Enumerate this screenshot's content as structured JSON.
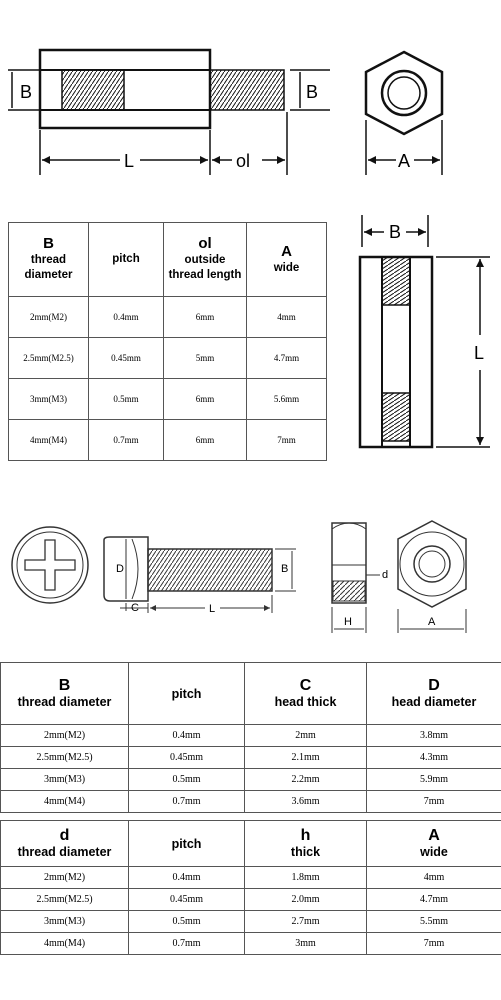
{
  "diagram1": {
    "label_B_left": "B",
    "label_B_right": "B",
    "label_L": "L",
    "label_ol": "ol",
    "label_A": "A"
  },
  "table1": {
    "headers": [
      {
        "big": "B",
        "line2": "thread",
        "line3": "diameter"
      },
      {
        "big": "",
        "line2": "pitch",
        "line3": ""
      },
      {
        "big": "ol",
        "line2": "outside",
        "line3": "thread length"
      },
      {
        "big": "A",
        "line2": "wide",
        "line3": ""
      }
    ],
    "rows": [
      [
        "2mm(M2)",
        "0.4mm",
        "6mm",
        "4mm"
      ],
      [
        "2.5mm(M2.5)",
        "0.45mm",
        "5mm",
        "4.7mm"
      ],
      [
        "3mm(M3)",
        "0.5mm",
        "6mm",
        "5.6mm"
      ],
      [
        "4mm(M4)",
        "0.7mm",
        "6mm",
        "7mm"
      ]
    ]
  },
  "diagram2": {
    "label_B": "B",
    "label_L": "L"
  },
  "diagram3": {
    "label_D": "D",
    "label_B": "B",
    "label_C": "C",
    "label_L": "L",
    "label_d": "d",
    "label_H": "H",
    "label_A": "A"
  },
  "table2": {
    "headers": [
      {
        "big": "B",
        "sub": "thread diameter"
      },
      {
        "big": "",
        "sub": "pitch"
      },
      {
        "big": "C",
        "sub": "head thick"
      },
      {
        "big": "D",
        "sub": "head diameter"
      }
    ],
    "rows": [
      [
        "2mm(M2)",
        "0.4mm",
        "2mm",
        "3.8mm"
      ],
      [
        "2.5mm(M2.5)",
        "0.45mm",
        "2.1mm",
        "4.3mm"
      ],
      [
        "3mm(M3)",
        "0.5mm",
        "2.2mm",
        "5.9mm"
      ],
      [
        "4mm(M4)",
        "0.7mm",
        "3.6mm",
        "7mm"
      ]
    ]
  },
  "table3": {
    "headers": [
      {
        "big": "d",
        "sub": "thread diameter"
      },
      {
        "big": "",
        "sub": "pitch"
      },
      {
        "big": "h",
        "sub": "thick"
      },
      {
        "big": "A",
        "sub": "wide"
      }
    ],
    "rows": [
      [
        "2mm(M2)",
        "0.4mm",
        "1.8mm",
        "4mm"
      ],
      [
        "2.5mm(M2.5)",
        "0.45mm",
        "2.0mm",
        "4.7mm"
      ],
      [
        "3mm(M3)",
        "0.5mm",
        "2.7mm",
        "5.5mm"
      ],
      [
        "4mm(M4)",
        "0.7mm",
        "3mm",
        "7mm"
      ]
    ]
  }
}
